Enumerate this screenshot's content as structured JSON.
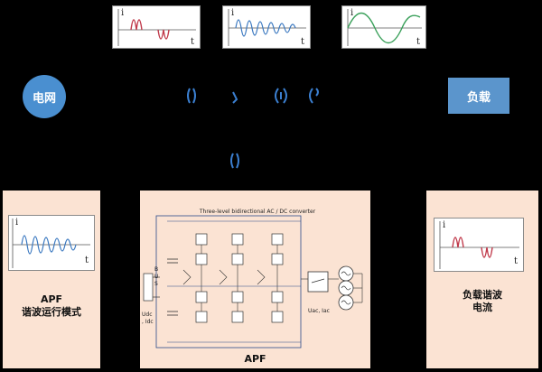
{
  "waveforms": {
    "axis_i": "i",
    "axis_t": "t"
  },
  "grid": {
    "label": "电网"
  },
  "load": {
    "label": "负载"
  },
  "left_panel": {
    "line1": "APF",
    "line2": "谐波运行模式"
  },
  "right_panel": {
    "line1": "负载谐波",
    "line2": "电流"
  },
  "center_panel": {
    "title": "Three-level bidirectional AC / DC converter",
    "bus_label": "B U S",
    "udc_label": "Udc\n, Idc",
    "uac_label": "Uac, Iac",
    "caption": "APF"
  },
  "colors": {
    "red_wave": "#c0394a",
    "blue_wave": "#3a78c0",
    "green_wave": "#3aa05a",
    "node_blue": "#4a8fd0",
    "panel_bg": "#fbe3d3"
  }
}
